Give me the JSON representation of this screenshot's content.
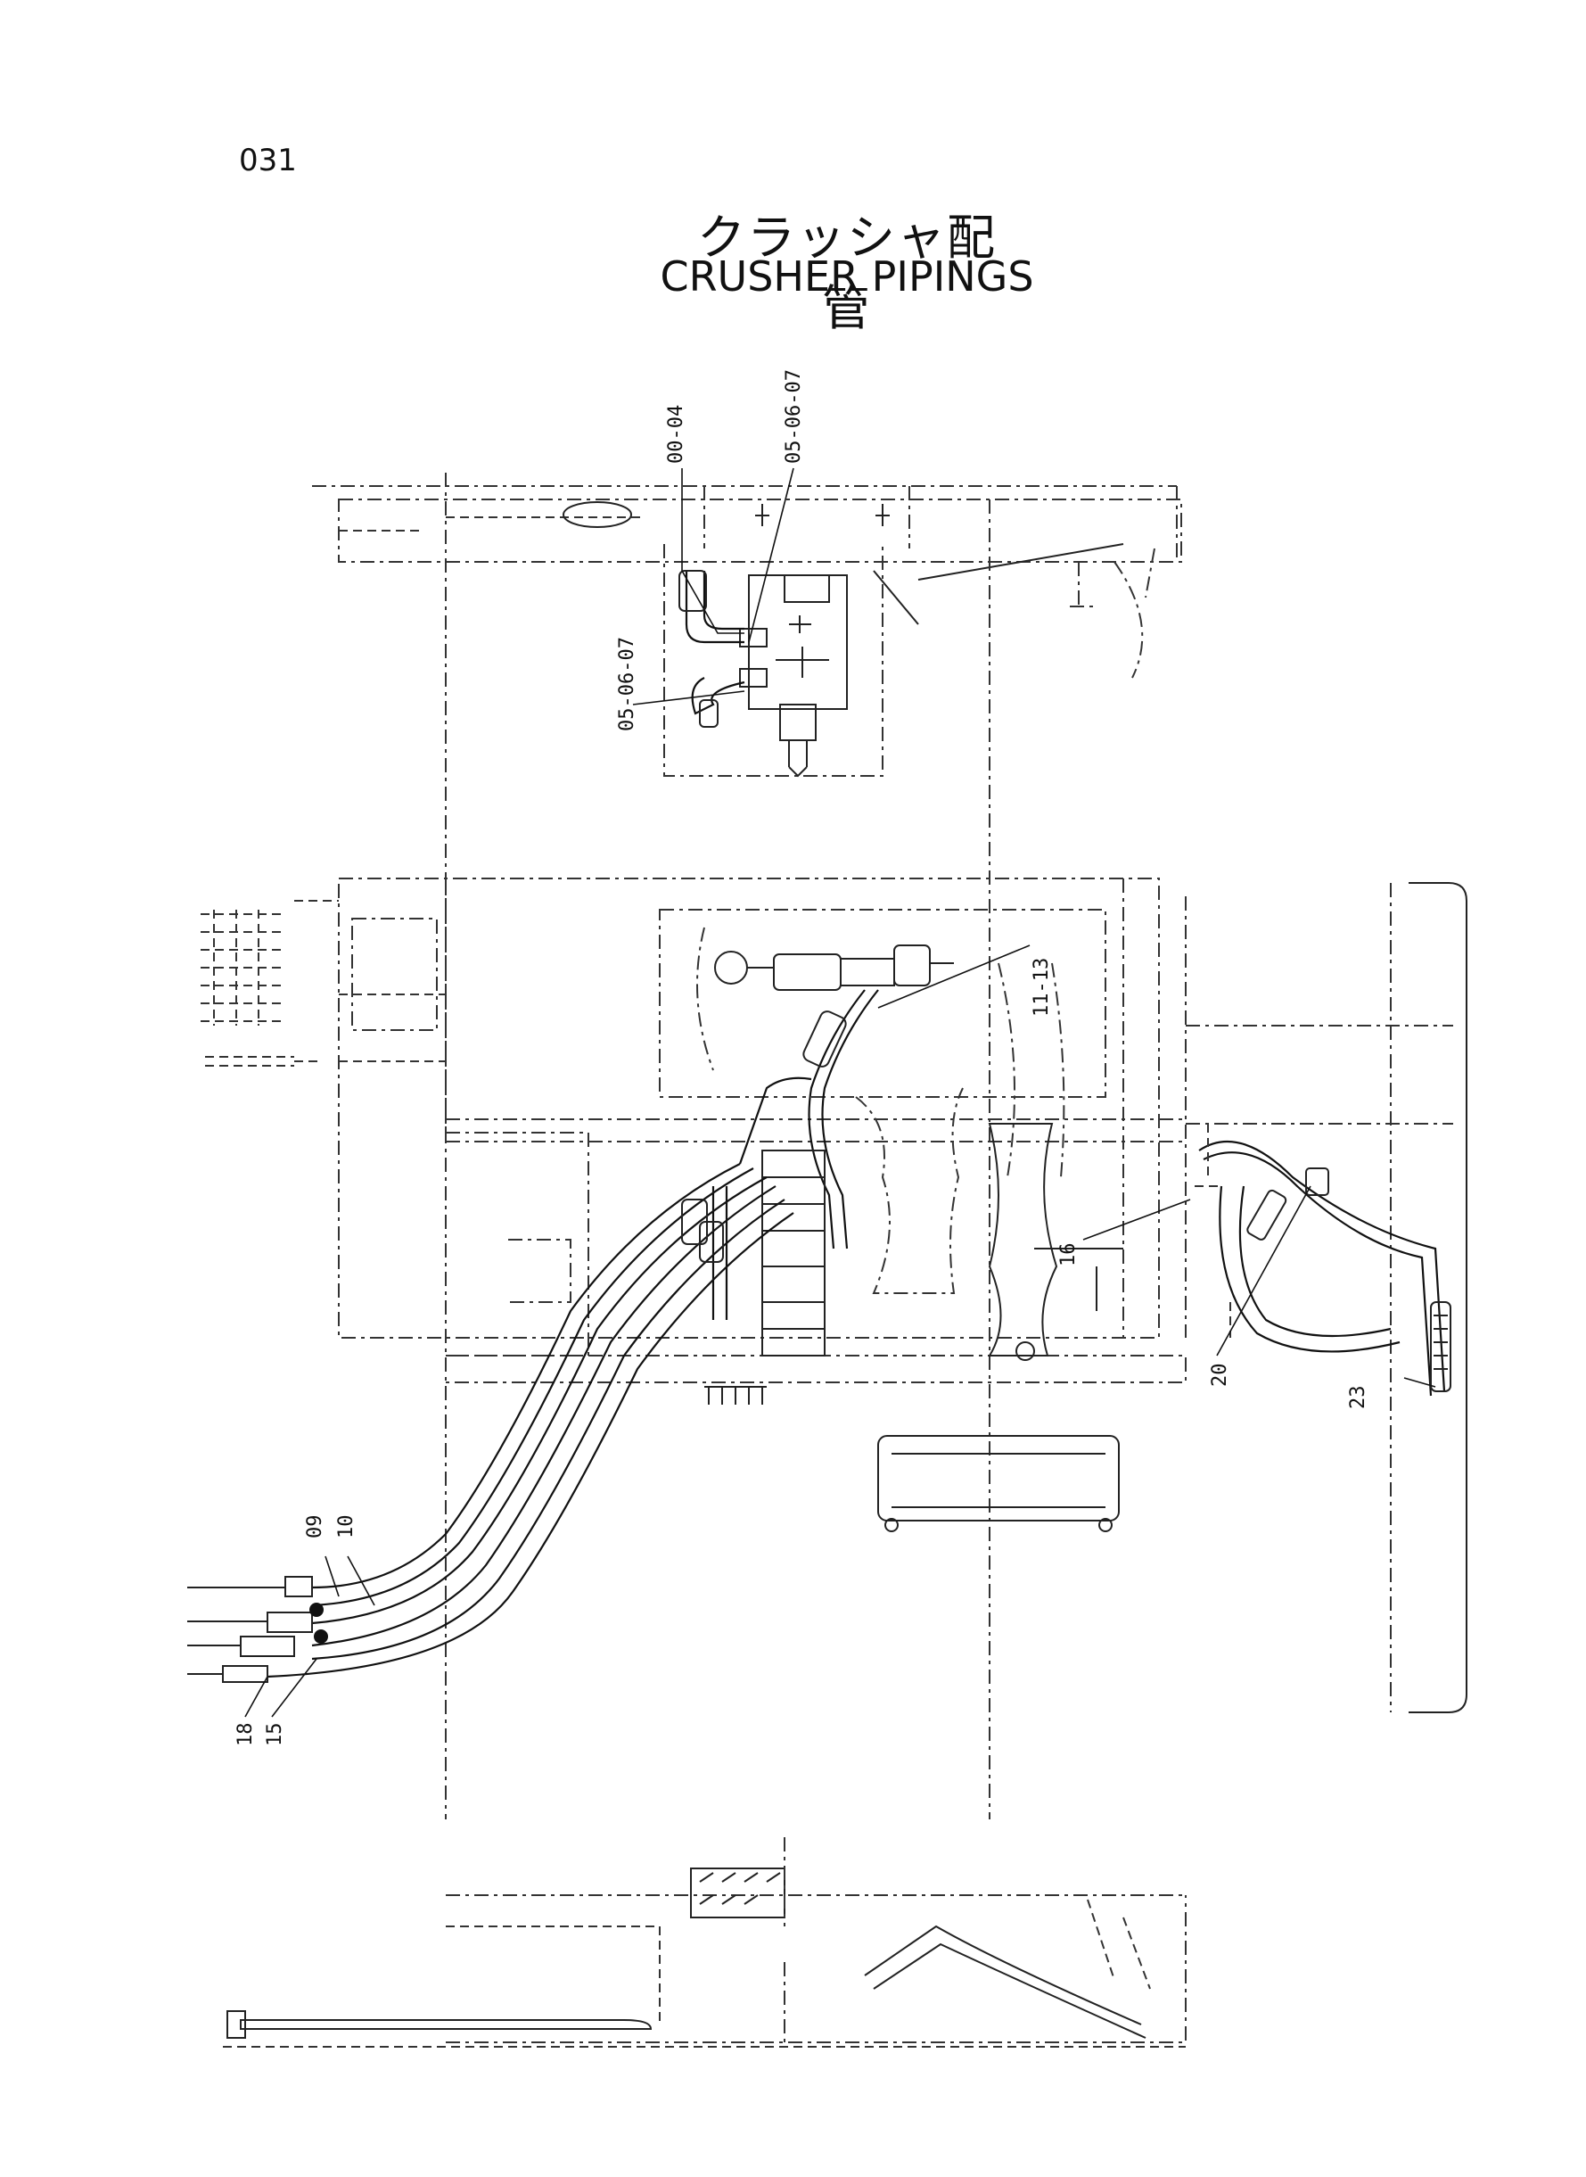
{
  "page": {
    "number": "031"
  },
  "title": {
    "japanese": "クラッシャ配管",
    "english": "CRUSHER PIPINGS"
  },
  "callouts": [
    {
      "id": "c-00-04",
      "text": "00-04"
    },
    {
      "id": "c-05-06-07-top",
      "text": "05-06-07"
    },
    {
      "id": "c-05-06-07-left",
      "text": "05-06-07"
    },
    {
      "id": "c-11-13",
      "text": "11-13"
    },
    {
      "id": "c-16",
      "text": "16"
    },
    {
      "id": "c-20",
      "text": "20"
    },
    {
      "id": "c-23",
      "text": "23"
    },
    {
      "id": "c-09",
      "text": "09"
    },
    {
      "id": "c-10",
      "text": "10"
    },
    {
      "id": "c-18",
      "text": "18"
    },
    {
      "id": "c-15",
      "text": "15"
    }
  ]
}
